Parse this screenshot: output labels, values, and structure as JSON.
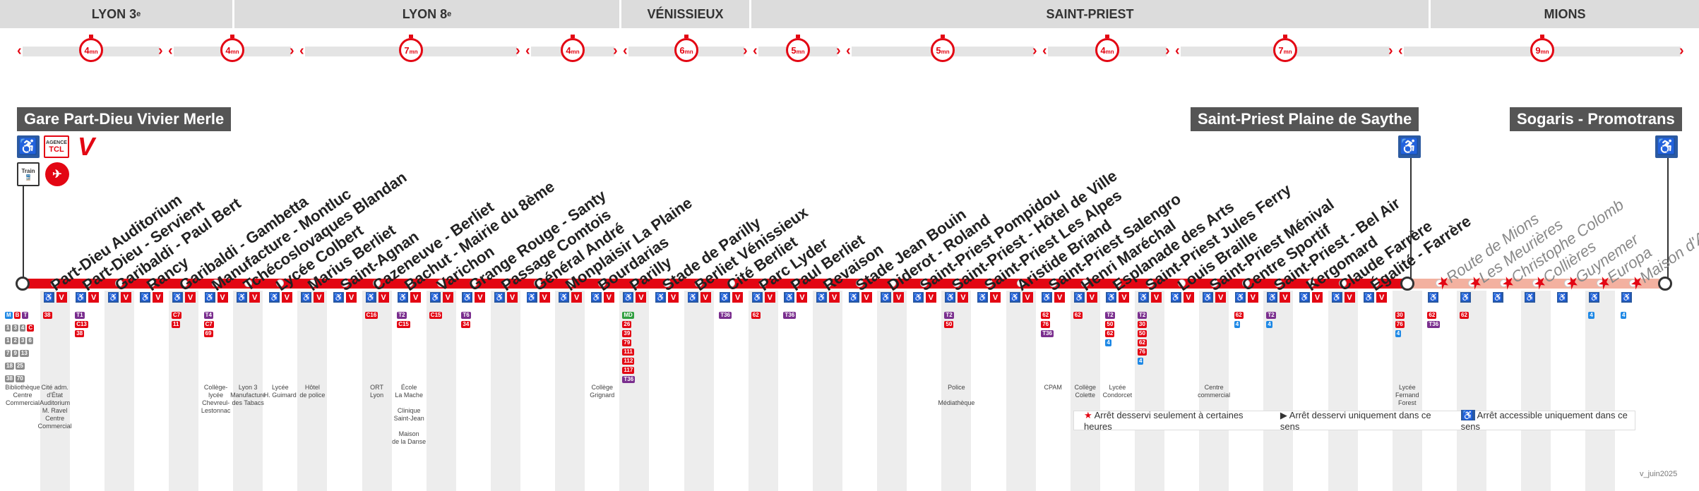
{
  "zones": [
    {
      "name": "LYON 3",
      "sup": "e"
    },
    {
      "name": "LYON 8",
      "sup": "e"
    },
    {
      "name": "VÉNISSIEUX",
      "sup": ""
    },
    {
      "name": "SAINT-PRIEST",
      "sup": ""
    },
    {
      "name": "MIONS",
      "sup": ""
    }
  ],
  "travel_times": [
    "4",
    "4",
    "7",
    "4",
    "6",
    "5",
    "5",
    "4",
    "7",
    "9"
  ],
  "time_unit": "mn",
  "terminals": {
    "start": "Gare Part-Dieu Vivier Merle",
    "middle": "Saint-Priest Plaine de Saythe",
    "end": "Sogaris - Promotrans"
  },
  "start_services": {
    "agence_label": "AGENCE",
    "agence_brand": "TCL",
    "train_label": "Train",
    "v_label": "V"
  },
  "stops": [
    {
      "name": "Part-Dieu Auditorium"
    },
    {
      "name": "Part-Dieu - Servient"
    },
    {
      "name": "Garibaldi - Paul Bert"
    },
    {
      "name": "Rancy"
    },
    {
      "name": "Garibaldi - Gambetta"
    },
    {
      "name": "Manufacture - Montluc"
    },
    {
      "name": "Tchécoslovaques Blandan"
    },
    {
      "name": "Lycée Colbert"
    },
    {
      "name": "Marius Berliet"
    },
    {
      "name": "Saint-Agnan"
    },
    {
      "name": "Cazeneuve - Berliet"
    },
    {
      "name": "Bachut - Mairie du 8ème"
    },
    {
      "name": "Varichon"
    },
    {
      "name": "Grange Rouge - Santy"
    },
    {
      "name": "Passage Comtois"
    },
    {
      "name": "Général André"
    },
    {
      "name": "Monplaisir La Plaine"
    },
    {
      "name": "Bourdarias"
    },
    {
      "name": "Parilly"
    },
    {
      "name": "Stade de Parilly"
    },
    {
      "name": "Berliet Vénissieux"
    },
    {
      "name": "Cité Berliet"
    },
    {
      "name": "Parc Lyder"
    },
    {
      "name": "Paul Berliet"
    },
    {
      "name": "Revaison"
    },
    {
      "name": "Stade Jean Bouin"
    },
    {
      "name": "Diderot - Roland"
    },
    {
      "name": "Saint-Priest Pompidou"
    },
    {
      "name": "Saint-Priest - Hôtel de Ville"
    },
    {
      "name": "Saint-Priest Les Alpes"
    },
    {
      "name": "Aristide Briand"
    },
    {
      "name": "Saint-Priest Salengro"
    },
    {
      "name": "Henri Maréchal"
    },
    {
      "name": "Esplanade des Arts"
    },
    {
      "name": "Saint-Priest Jules Ferry"
    },
    {
      "name": "Louis Braille"
    },
    {
      "name": "Saint-Priest Ménival"
    },
    {
      "name": "Centre Sportif"
    },
    {
      "name": "Saint-Priest - Bel Air"
    },
    {
      "name": "Kergomard"
    },
    {
      "name": "Claude Farrère"
    },
    {
      "name": "Égalité - Farrère"
    }
  ],
  "future_stops": [
    {
      "name": "Route de Mions"
    },
    {
      "name": "Les Meurières"
    },
    {
      "name": "Christophe Colomb"
    },
    {
      "name": "Collières"
    },
    {
      "name": "Guynemer"
    },
    {
      "name": "Europa"
    },
    {
      "name": "Maison d'Arrêt"
    }
  ],
  "connections": [
    {
      "col": 1,
      "lines": [
        "38"
      ]
    },
    {
      "col": 2,
      "lines": [
        "T1",
        "C13",
        "38"
      ]
    },
    {
      "col": 5,
      "lines": [
        "C7",
        "11"
      ]
    },
    {
      "col": 6,
      "lines": [
        "T4",
        "C7",
        "69"
      ]
    },
    {
      "col": 11,
      "lines": [
        "C16"
      ]
    },
    {
      "col": 12,
      "lines": [
        "T2",
        "C15"
      ]
    },
    {
      "col": 13,
      "lines": [
        "C15"
      ]
    },
    {
      "col": 14,
      "lines": [
        "T6",
        "34"
      ]
    },
    {
      "col": 19,
      "lines": [
        "MD",
        "26",
        "39",
        "79",
        "111",
        "112",
        "117",
        "T36"
      ]
    },
    {
      "col": 22,
      "lines": [
        "T36"
      ]
    },
    {
      "col": 23,
      "lines": [
        "62"
      ]
    },
    {
      "col": 24,
      "lines": [
        "T36"
      ]
    },
    {
      "col": 29,
      "lines": [
        "T2",
        "50"
      ]
    },
    {
      "col": 32,
      "lines": [
        "62",
        "76",
        "T36"
      ]
    },
    {
      "col": 33,
      "lines": [
        "62"
      ]
    },
    {
      "col": 34,
      "lines": [
        "T2",
        "50",
        "62",
        "4"
      ]
    },
    {
      "col": 35,
      "lines": [
        "T2",
        "30",
        "50",
        "62",
        "76",
        "4"
      ]
    },
    {
      "col": 38,
      "lines": [
        "62",
        "4"
      ]
    },
    {
      "col": 39,
      "lines": [
        "T2",
        "4"
      ]
    },
    {
      "col": 43,
      "lines": [
        "30",
        "76",
        "4"
      ]
    },
    {
      "col": 44,
      "lines": [
        "62",
        "T36"
      ]
    },
    {
      "col": 45,
      "lines": [
        "62"
      ]
    },
    {
      "col": 49,
      "lines": [
        "4"
      ]
    },
    {
      "col": 50,
      "lines": [
        "4"
      ]
    }
  ],
  "places": [
    {
      "col": 0,
      "text": "Bibliothèque\nCentre\nCommercial"
    },
    {
      "col": 1,
      "text": "Cité adm.\nd'État\nAuditorium\nM. Ravel\nCentre\nCommercial"
    },
    {
      "col": 6,
      "text": "Collège-\nlycée\nChevreul-\nLestonnac"
    },
    {
      "col": 7,
      "text": "Lyon 3\nManufacture\ndes Tabacs"
    },
    {
      "col": 8,
      "text": "Lycée\nH. Guimard"
    },
    {
      "col": 9,
      "text": "Hôtel\nde police"
    },
    {
      "col": 11,
      "text": "ORT\nLyon"
    },
    {
      "col": 12,
      "text": "École\nLa Mache\n\nClinique\nSaint-Jean\n\nMaison\nde la Danse"
    },
    {
      "col": 18,
      "text": "Collège\nGrignard"
    },
    {
      "col": 29,
      "text": "Police\n\nMédiathèque"
    },
    {
      "col": 32,
      "text": "CPAM"
    },
    {
      "col": 33,
      "text": "Collège\nColette"
    },
    {
      "col": 34,
      "text": "Lycée\nCondorcet"
    },
    {
      "col": 37,
      "text": "Centre\ncommercial"
    },
    {
      "col": 43,
      "text": "Lycée\nFernand\nForest"
    }
  ],
  "left_lines": [
    "M",
    "B",
    "T",
    "1",
    "3",
    "4",
    "C",
    "1",
    "2",
    "3",
    "6",
    "7",
    "9",
    "13",
    "18",
    "25",
    "38",
    "70"
  ],
  "legend": [
    {
      "symbol": "★",
      "text": "Arrêt desservi seulement à certaines heures"
    },
    {
      "symbol": "▶",
      "text": "Arrêt desservi uniquement dans ce sens"
    },
    {
      "symbol": "♿",
      "text": "Arrêt accessible uniquement dans ce sens"
    }
  ],
  "version": "v_juin2025",
  "colors": {
    "line": "#e30613",
    "future": "#f3b1a0",
    "accessible": "#2c5aa0",
    "zone": "#dcdcdc"
  }
}
